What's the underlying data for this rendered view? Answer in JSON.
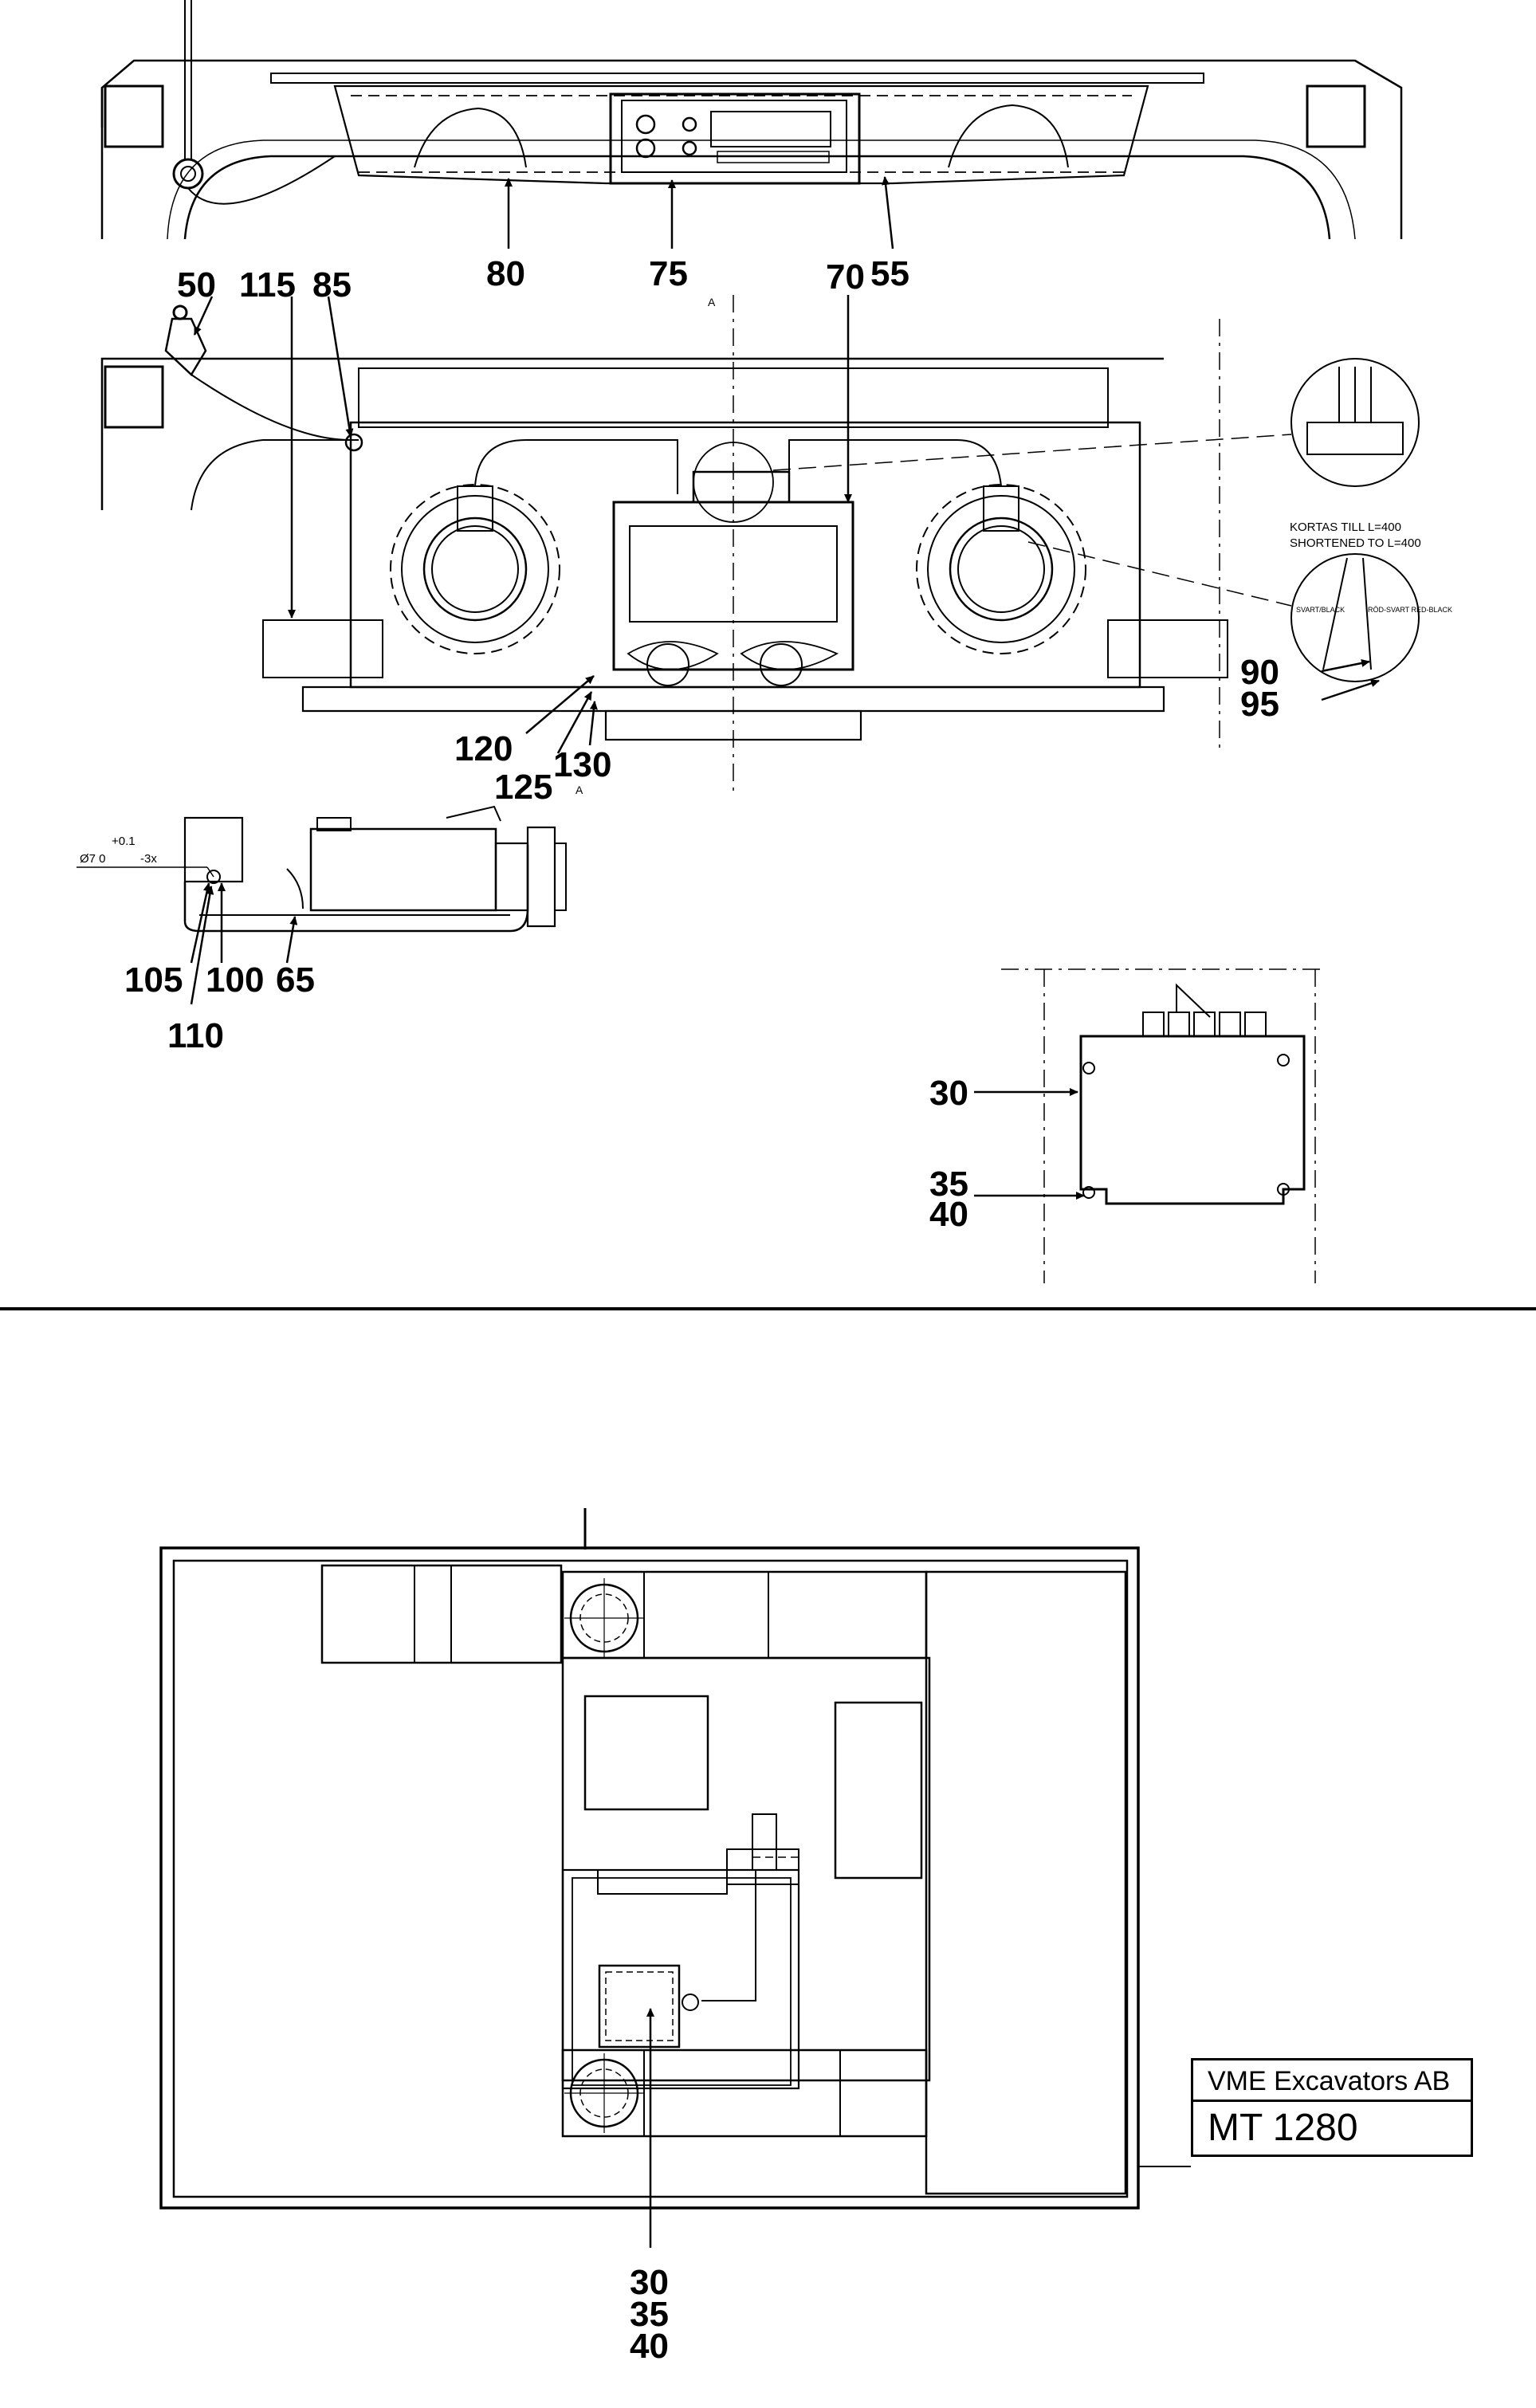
{
  "callouts": {
    "c80": "80",
    "c75": "75",
    "c55": "55",
    "c50": "50",
    "c115": "115",
    "c85": "85",
    "c70": "70",
    "c90": "90",
    "c95": "95",
    "c120": "120",
    "c125": "125",
    "c130": "130",
    "c105": "105",
    "c100": "100",
    "c65": "65",
    "c110": "110",
    "c30": "30",
    "c35": "35",
    "c40": "40",
    "b30": "30",
    "b35": "35",
    "b40": "40"
  },
  "section_marks": {
    "top": "A",
    "bottom": "A"
  },
  "notes": {
    "kortas": "KORTAS TILL L=400",
    "shortened": "SHORTENED TO L=400",
    "wire_left": "SVART/BLACK",
    "wire_right": "RÖD-SVART RED-BLACK"
  },
  "dimension": {
    "tolerance": "+0.1",
    "diameter": "Ø7 0",
    "count": "-3x"
  },
  "title_block": {
    "company": "VME Excavators AB",
    "drawing_number": "MT 1280"
  },
  "colors": {
    "line": "#000000",
    "background": "#ffffff"
  }
}
